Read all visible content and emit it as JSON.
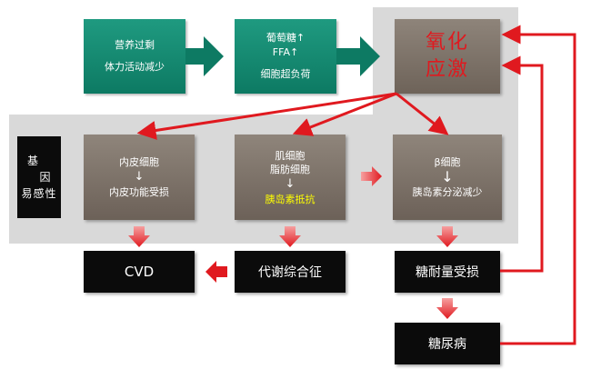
{
  "nodes": {
    "nutrition": {
      "line1": "营养过剩",
      "line2": "体力活动减少"
    },
    "glucose": {
      "line1": "葡萄糖↑",
      "line2": "FFA↑",
      "line3": "细胞超负荷"
    },
    "oxidative_stress": {
      "line1": "氧化",
      "line2": "应激"
    },
    "gene": {
      "chars": [
        "基",
        "因",
        "易感性"
      ]
    },
    "endothelial": {
      "top": "内皮细胞",
      "bottom": "内皮功能受损"
    },
    "muscle_fat": {
      "top1": "肌细胞",
      "top2": "脂肪细胞",
      "bottom": "胰岛素抵抗"
    },
    "beta_cell": {
      "top": "β细胞",
      "bottom": "胰岛素分泌减少"
    },
    "cvd": {
      "label": "CVD"
    },
    "metabolic_syndrome": {
      "label": "代谢综合征"
    },
    "glucose_tolerance": {
      "label": "糖耐量受损"
    },
    "diabetes": {
      "label": "糖尿病"
    }
  },
  "colors": {
    "green": "#0d7a63",
    "brown": "#7a7066",
    "black": "#0b0b0b",
    "panel": "#d9d9d9",
    "red_arrow": "#e0191f",
    "highlight_text": "#ffff00"
  },
  "icons": {
    "flow_arrow": "chevron-block-arrow",
    "connector": "red-arrow"
  }
}
